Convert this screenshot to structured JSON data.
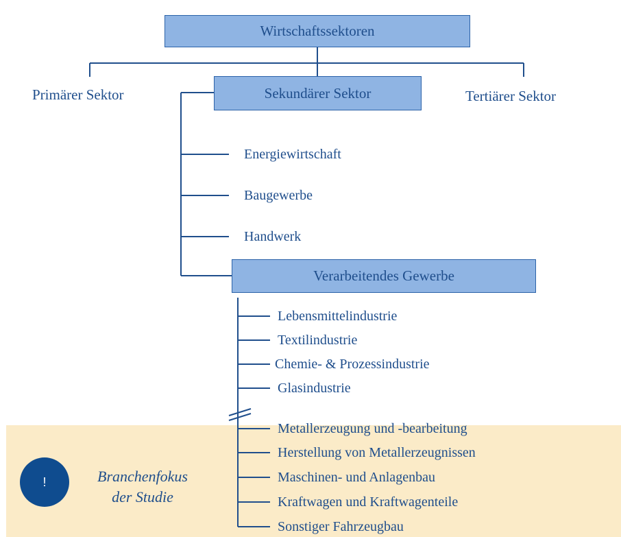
{
  "root": {
    "label": "Wirtschaftssektoren"
  },
  "sectors": {
    "primary": "Primärer Sektor",
    "secondary": "Sekundärer Sektor",
    "tertiary": "Tertiärer Sektor"
  },
  "secondary_children": [
    "Energiewirtschaft",
    "Baugewerbe",
    "Handwerk"
  ],
  "manufacturing": {
    "label": "Verarbeitendes Gewerbe",
    "industries_upper": [
      "Lebensmittelindustrie",
      "Textilindustrie",
      "Chemie- & Prozessindustrie",
      "Glasindustrie"
    ],
    "industries_lower": [
      "Metallerzeugung und -bearbeitung",
      "Herstellung von Metallerzeugnissen",
      "Maschinen- und Anlagenbau",
      "Kraftwagen und Kraftwagenteile",
      "Sonstiger Fahrzeugbau"
    ]
  },
  "focus": {
    "icon_symbol": "!",
    "icon_name": "exclamation-icon",
    "line1": "Branchenfokus",
    "line2": "der Studie"
  },
  "colors": {
    "box_fill": "#8fb4e3",
    "line": "#1f4e8c",
    "text": "#1f4e8c",
    "focus_band": "#fbebc8",
    "focus_circle": "#0f4c8f"
  }
}
